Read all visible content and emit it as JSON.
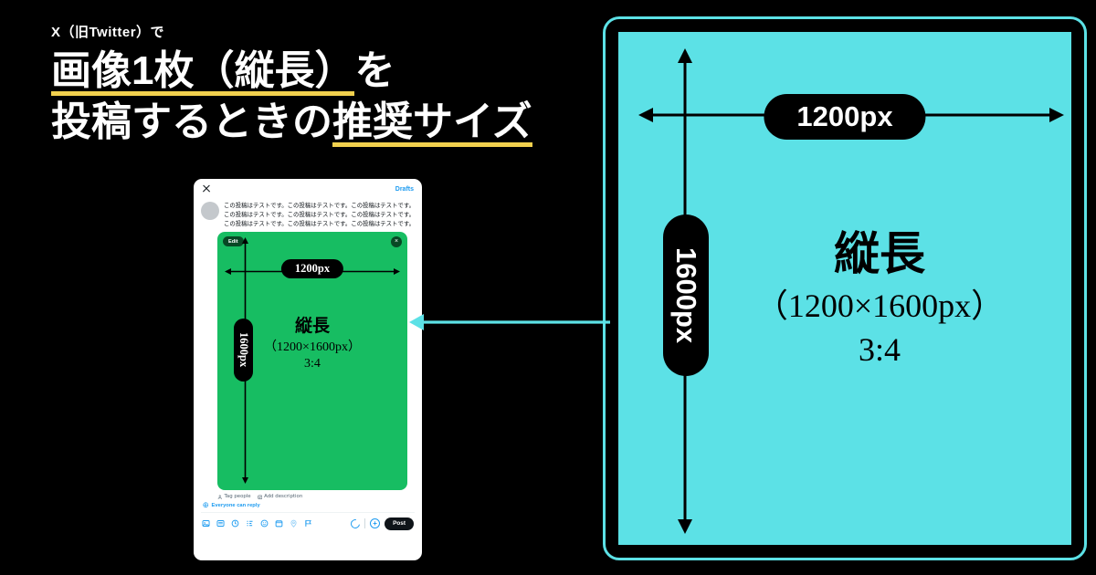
{
  "headline": {
    "kicker": "X（旧Twitter）で",
    "line1_a": "画像1枚（縦長）",
    "line1_b": "を",
    "line2_a": "投稿するときの",
    "line2_b": "推奨サイズ"
  },
  "colors": {
    "background": "#000000",
    "accent_cyan": "#5ce1e6",
    "accent_yellow": "#f2d14e",
    "image_green": "#17bd62",
    "twitter_blue": "#1d9bf0",
    "label_black": "#000000"
  },
  "composer": {
    "close_label": "×",
    "drafts_label": "Drafts",
    "tweet_text": "この投稿はテストです。この投稿はテストです。この投稿はテストです。この投稿はテストです。この投稿はテストです。この投稿はテストです。この投稿はテストです。この投稿はテストです。この投稿はテストです。",
    "image_card": {
      "edit_label": "Edit",
      "remove_label": "×",
      "width_label": "1200px",
      "height_label": "1600px",
      "title": "縦長",
      "dimensions": "（1200×1600px）",
      "ratio": "3:4"
    },
    "tag_people_label": "Tag people",
    "add_description_label": "Add description",
    "reply_setting_label": "Everyone can reply",
    "toolbar_icons": [
      "media-icon",
      "gif-icon",
      "highlight-icon",
      "poll-icon",
      "emoji-icon",
      "schedule-icon",
      "location-icon",
      "tag-icon"
    ],
    "char_counter_label": "",
    "add_post_label": "+",
    "post_label": "Post"
  },
  "spec_panel": {
    "width_label": "1200px",
    "height_label": "1600px",
    "title": "縦長",
    "dimensions": "（1200×1600px）",
    "ratio": "3:4"
  }
}
